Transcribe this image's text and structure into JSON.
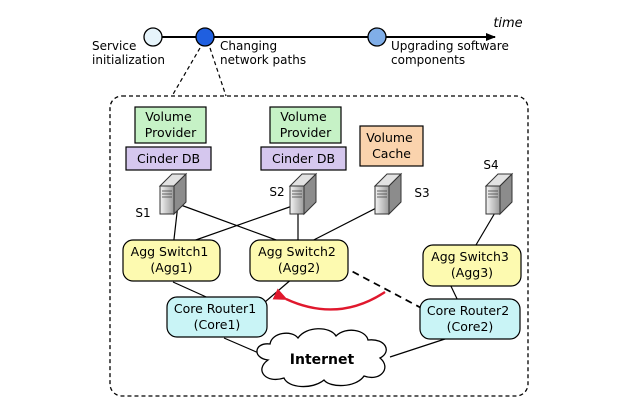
{
  "timeline": {
    "axis_label": "time",
    "events": [
      {
        "label_lines": [
          "Service",
          "initialization"
        ],
        "style": "open"
      },
      {
        "label_lines": [
          "Changing",
          "network paths"
        ],
        "style": "filled-dark"
      },
      {
        "label_lines": [
          "Upgrading software",
          "components"
        ],
        "style": "filled-light"
      }
    ]
  },
  "boxes": {
    "volume_provider_1": [
      "Volume",
      "Provider"
    ],
    "volume_provider_2": [
      "Volume",
      "Provider"
    ],
    "volume_cache": [
      "Volume",
      "Cache"
    ],
    "cinder_db_1": "Cinder DB",
    "cinder_db_2": "Cinder DB",
    "agg1": [
      "Agg Switch1",
      "(Agg1)"
    ],
    "agg2": [
      "Agg Switch2",
      "(Agg2)"
    ],
    "agg3": [
      "Agg Switch3",
      "(Agg3)"
    ],
    "core1": [
      "Core Router1",
      "(Core1)"
    ],
    "core2": [
      "Core Router2",
      "(Core2)"
    ]
  },
  "servers": {
    "s1": "S1",
    "s2": "S2",
    "s3": "S3",
    "s4": "S4"
  },
  "internet": "Internet",
  "colors": {
    "timeline_dark": "#1f5fe0",
    "timeline_light": "#80aee8",
    "timeline_open": "#e6f4fb",
    "volume_provider": "#c6f2c6",
    "cinder_db": "#d5c7ee",
    "volume_cache": "#fad3ad",
    "agg_switch": "#fdfab0",
    "core_router": "#c9f4f6",
    "path_arrow": "#e0182d"
  }
}
